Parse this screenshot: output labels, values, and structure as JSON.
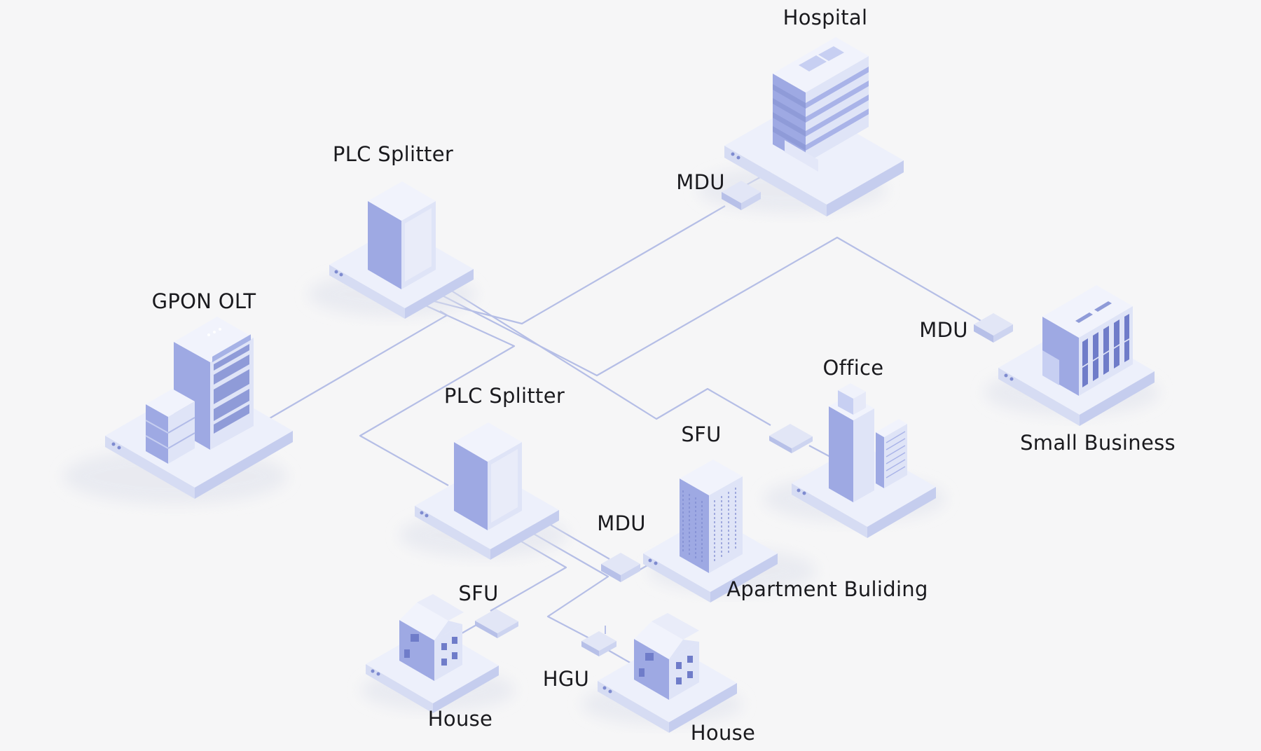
{
  "labels": {
    "hospital": "Hospital",
    "plc_splitter_top": "PLC Splitter",
    "mdu_hospital": "MDU",
    "gpon_olt": "GPON OLT",
    "mdu_business": "MDU",
    "office": "Office",
    "plc_splitter_mid": "PLC Splitter",
    "sfu_office": "SFU",
    "small_business": "Small Business",
    "mdu_apartment": "MDU",
    "apartment": "Apartment Buliding",
    "sfu_house": "SFU",
    "hgu": "HGU",
    "house_left": "House",
    "house_right": "House"
  },
  "colors": {
    "background": "#f6f6f7",
    "link": "#b5bee6",
    "building_accent": "#9ea9e3"
  }
}
